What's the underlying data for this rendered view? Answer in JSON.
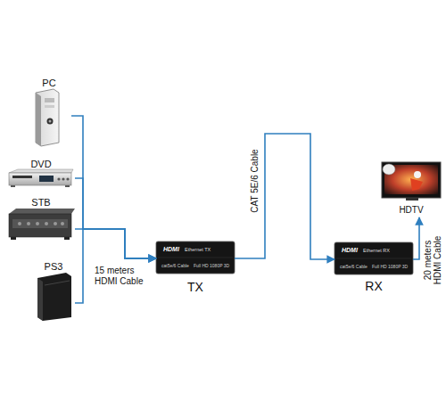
{
  "diagram": {
    "nodes": [
      {
        "text": [
          "PC"
        ]
      },
      {
        "text": [
          "DVD"
        ]
      },
      {
        "text": [
          "STB"
        ]
      },
      {
        "text": [
          "PS3"
        ]
      },
      {
        "text": [
          "TX",
          "HDMI",
          "Ethernet TX",
          "cat5e/6 Cable",
          "Full HD 1080P 3D"
        ]
      },
      {
        "text": [
          "RX",
          "HDMI",
          "Ethernet RX",
          "cat5e/6 Cable",
          "Full HD 1080P 3D"
        ]
      },
      {
        "text": [
          "HDTV"
        ]
      }
    ],
    "edges": [
      {
        "from": 0,
        "to": 4,
        "arrow": "to"
      },
      {
        "from": 1,
        "to": 4,
        "arrow": "to"
      },
      {
        "from": 2,
        "to": 4,
        "arrow": "to"
      },
      {
        "from": 3,
        "to": 4,
        "arrow": "to"
      },
      {
        "from": 4,
        "to": 5,
        "label": "CAT 5E/6 Cable",
        "arrow": "to"
      },
      {
        "from": 5,
        "to": 6,
        "label": "20 meters HDMI Cable",
        "arrow": "to"
      }
    ],
    "labels": [
      "15 meters HDMI Cable"
    ]
  }
}
